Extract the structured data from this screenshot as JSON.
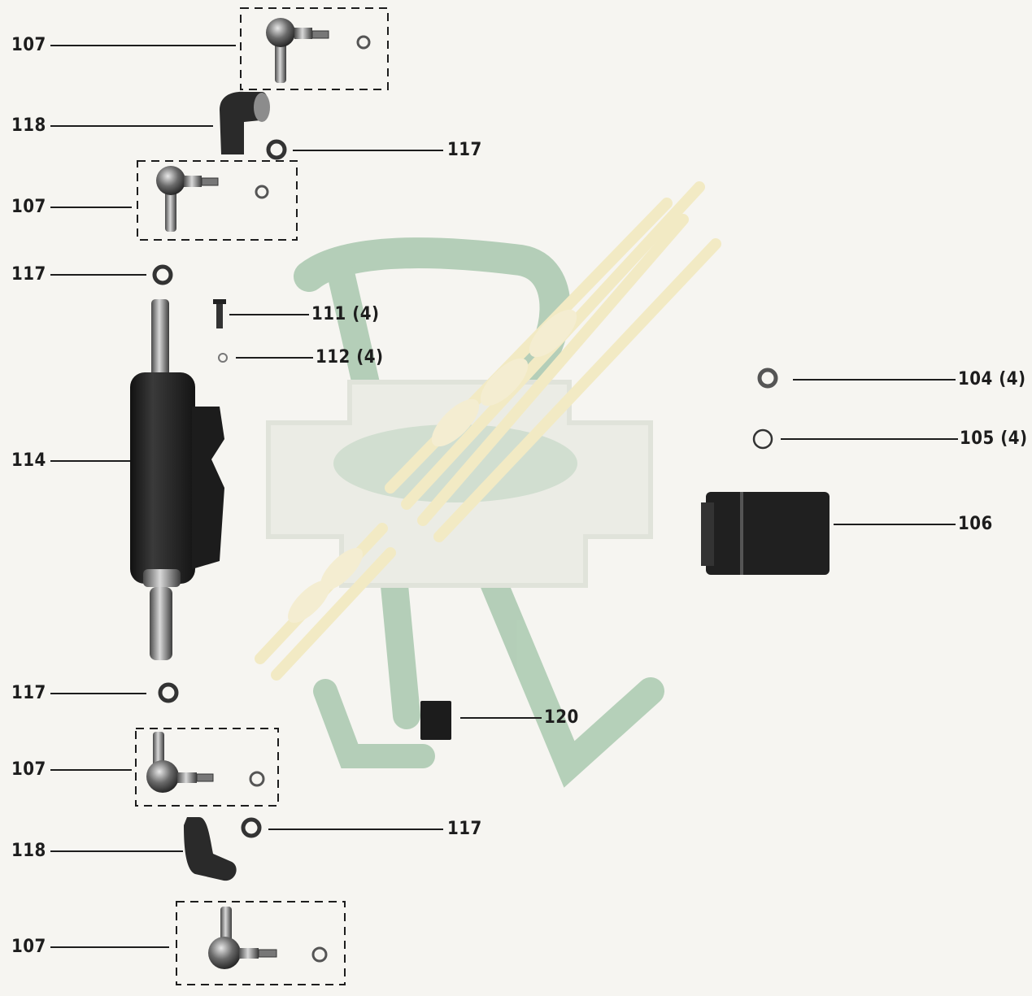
{
  "diagram": {
    "labels": {
      "l107_a": "107",
      "l118_a": "118",
      "l117_a": "117",
      "l107_b": "107",
      "l117_b": "117",
      "l111": "111 (4)",
      "l112": "112 (4)",
      "l114": "114",
      "l104": "104 (4)",
      "l105": "105 (4)",
      "l106": "106",
      "l117_c": "117",
      "l120": "120",
      "l107_c": "107",
      "l118_b": "118",
      "l117_d": "117",
      "l107_d": "107"
    }
  },
  "colors": {
    "ink": "#1d1d1d",
    "paper": "#f6f5f1",
    "watermark_green": "#7fb08a",
    "watermark_yellow": "#f0e2a0"
  }
}
